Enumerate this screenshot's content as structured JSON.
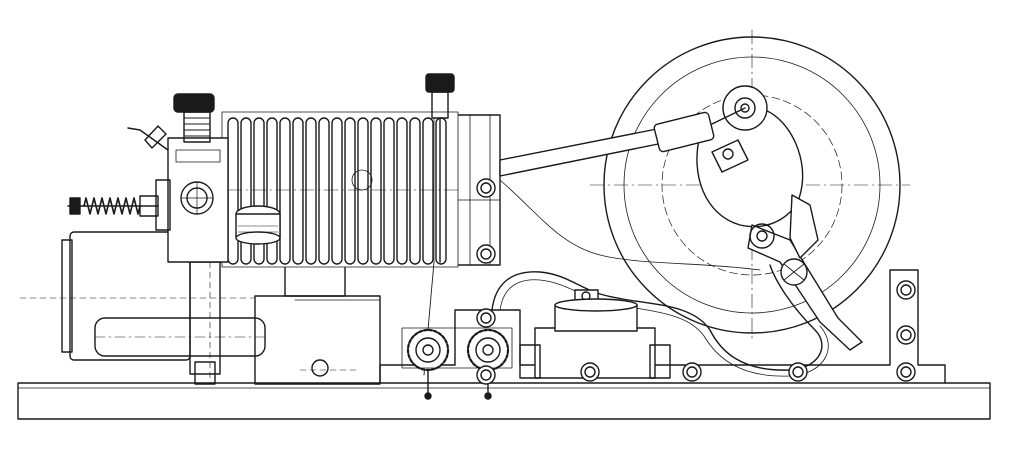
{
  "drawing": {
    "style": "technical line drawing, side elevation",
    "line_color": "#1a1a1a",
    "background": "#ffffff",
    "parts": [
      "base-plate",
      "finned-cylinder",
      "flywheel",
      "connecting-rod",
      "crank-hub",
      "valve-lever",
      "spark-plug",
      "adjusting-knob-left",
      "adjusting-knob-top",
      "fuel-tank",
      "ignition-coil",
      "fuel-line",
      "terminal-posts",
      "frame-bolts"
    ]
  }
}
